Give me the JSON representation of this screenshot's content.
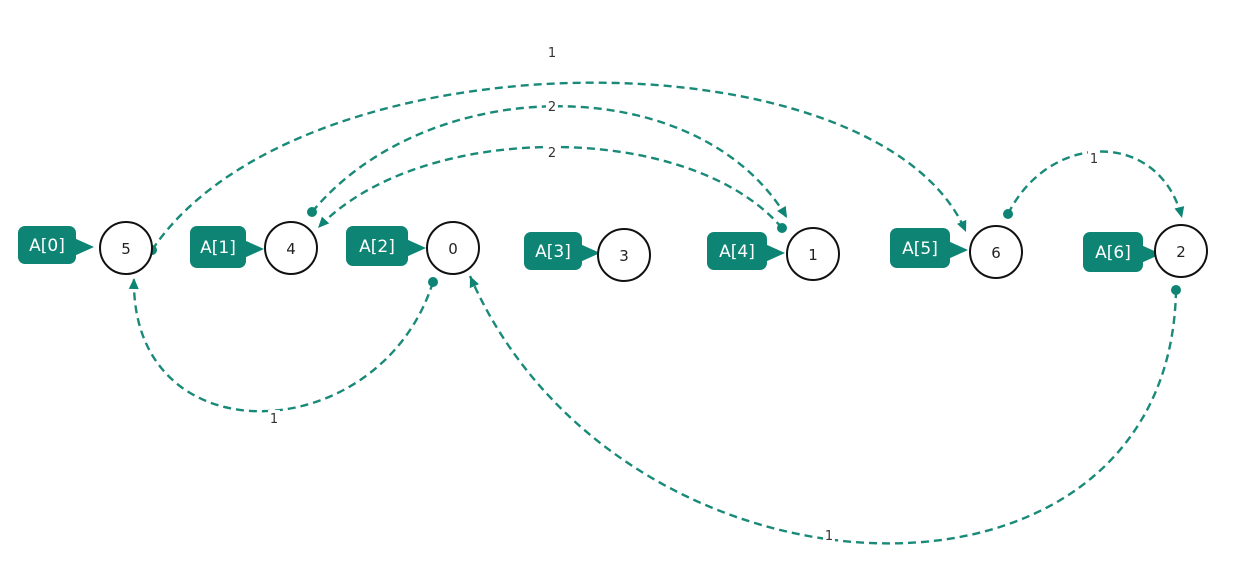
{
  "accent_color": "#0e8574",
  "nodes": [
    {
      "id": 0,
      "tag": "A[0]",
      "value": "5"
    },
    {
      "id": 1,
      "tag": "A[1]",
      "value": "4"
    },
    {
      "id": 2,
      "tag": "A[2]",
      "value": "0"
    },
    {
      "id": 3,
      "tag": "A[3]",
      "value": "3"
    },
    {
      "id": 4,
      "tag": "A[4]",
      "value": "1"
    },
    {
      "id": 5,
      "tag": "A[5]",
      "value": "6"
    },
    {
      "id": 6,
      "tag": "A[6]",
      "value": "2"
    }
  ],
  "edges": [
    {
      "from": 0,
      "to": 5,
      "weight": "1"
    },
    {
      "from": 1,
      "to": 4,
      "weight": "2"
    },
    {
      "from": 4,
      "to": 1,
      "weight": "2"
    },
    {
      "from": 5,
      "to": 6,
      "weight": "1"
    },
    {
      "from": 2,
      "to": 0,
      "weight": "1"
    },
    {
      "from": 6,
      "to": 2,
      "weight": "1"
    }
  ]
}
